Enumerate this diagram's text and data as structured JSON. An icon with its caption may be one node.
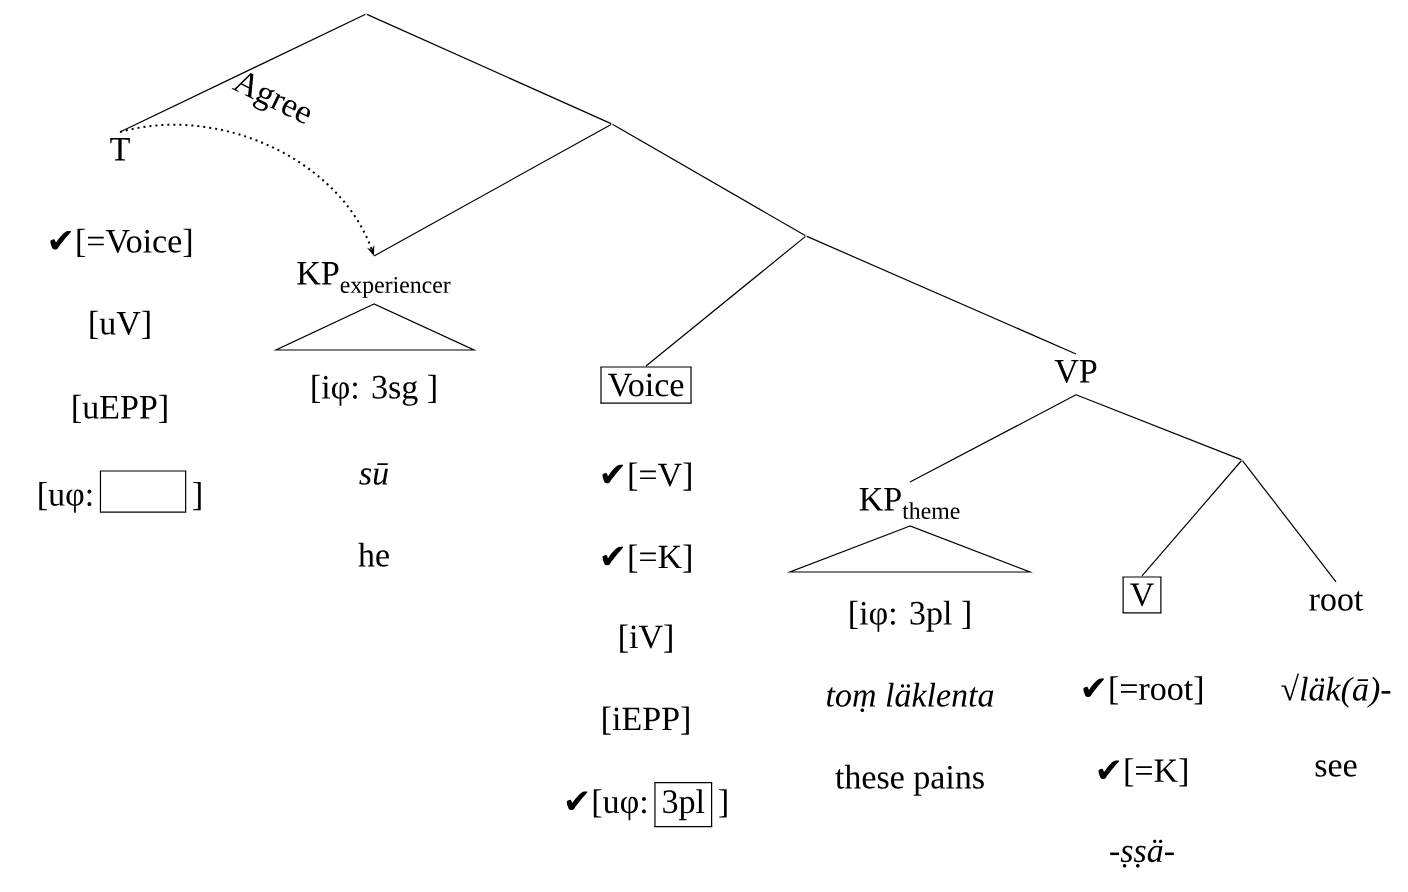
{
  "diagram": {
    "nodes": [
      {
        "text": [],
        "shape": "point"
      },
      {
        "text": [
          "T",
          "✔[=Voice]",
          "[uV]",
          "[uEPP]",
          "[uφ:",
          "]"
        ]
      },
      {
        "text": [],
        "shape": "point"
      },
      {
        "text": [
          "\\mathrm{KP}_{\\mathrm{experiencer}}",
          "[iφ: 3sg ]",
          "sū",
          "he"
        ]
      },
      {
        "text": [],
        "shape": "point"
      },
      {
        "text": [
          "Voice",
          "✔[=V]",
          "✔[=K]",
          "[iV]",
          "[iEPP]",
          "✔[uφ:",
          "3pl",
          "]"
        ]
      },
      {
        "text": [
          "VP"
        ]
      },
      {
        "text": [
          "\\mathrm{KP}_{\\mathrm{theme}}",
          "[iφ: 3pl ]",
          "toṃ läklenta",
          "these pains"
        ]
      },
      {
        "text": [],
        "shape": "point"
      },
      {
        "text": [
          "V",
          "✔[=root]",
          "✔[=K]",
          "-ṣṣä-"
        ]
      },
      {
        "text": [
          "root",
          "√*läk(ā)-*",
          "see"
        ]
      }
    ],
    "edges": [
      {
        "from": 1,
        "to": 3,
        "arrow": "to",
        "style": "dashed",
        "label": "Agree"
      },
      {
        "from": 0,
        "to": 1,
        "arrow": "none"
      },
      {
        "from": 0,
        "to": 2,
        "arrow": "none"
      },
      {
        "from": 2,
        "to": 3,
        "arrow": "none"
      },
      {
        "from": 2,
        "to": 4,
        "arrow": "none"
      },
      {
        "from": 4,
        "to": 5,
        "arrow": "none"
      },
      {
        "from": 4,
        "to": 6,
        "arrow": "none"
      },
      {
        "from": 6,
        "to": 7,
        "arrow": "none"
      },
      {
        "from": 6,
        "to": 8,
        "arrow": "none"
      },
      {
        "from": 8,
        "to": 9,
        "arrow": "none"
      },
      {
        "from": 8,
        "to": 10,
        "arrow": "none"
      }
    ]
  }
}
